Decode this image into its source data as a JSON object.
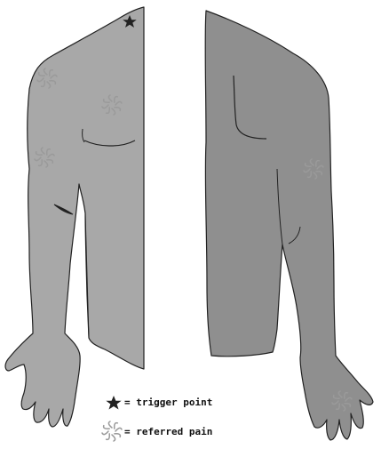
{
  "legend": {
    "trigger_text": "= trigger point",
    "referred_text": "= referred pain"
  },
  "markers": {
    "trigger_count": 1,
    "referred_count": 5
  },
  "colors": {
    "arm_front_fill": "#a8a8a8",
    "arm_back_fill": "#8f8f8f",
    "outline": "#222222",
    "swirl": "#9a9a9a",
    "star": "#222222"
  }
}
